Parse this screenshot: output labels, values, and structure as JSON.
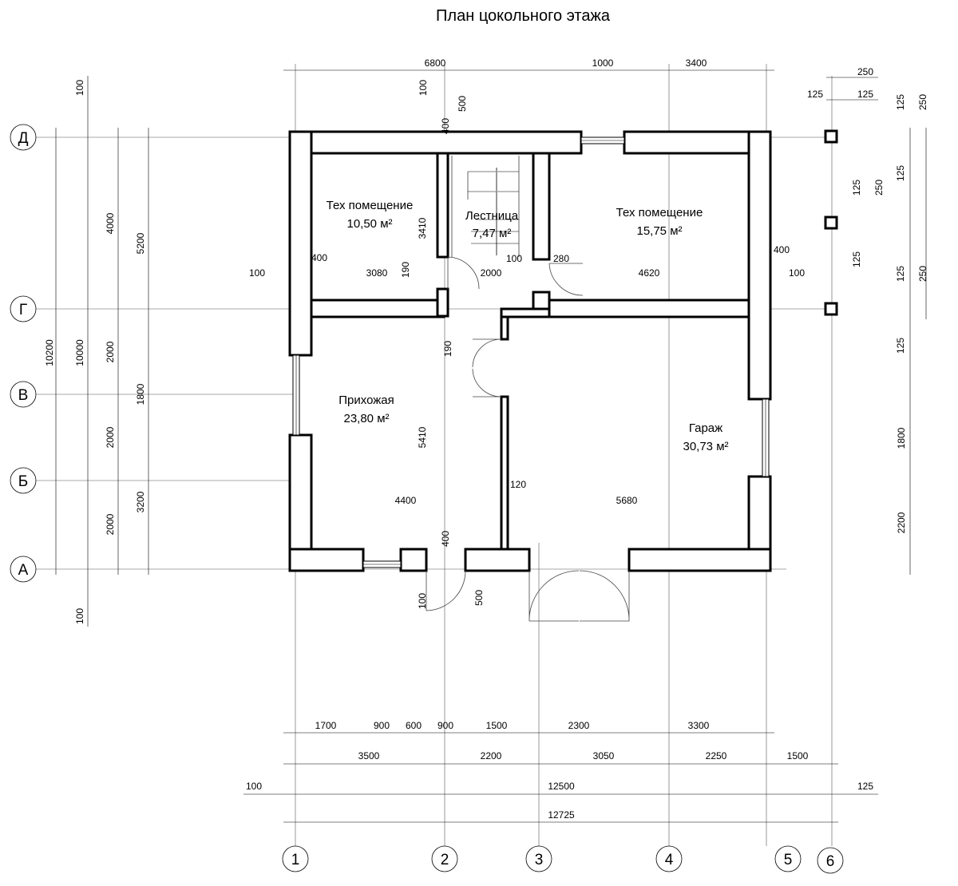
{
  "title": "План цокольного этажа",
  "rooms": [
    {
      "id": "tech1",
      "name": "Тех помещение",
      "area": "10,50 м²"
    },
    {
      "id": "stairs",
      "name": "Лестница",
      "area": "7,47 м²"
    },
    {
      "id": "tech2",
      "name": "Тех помещение",
      "area": "15,75 м²"
    },
    {
      "id": "hall",
      "name": "Прихожая",
      "area": "23,80 м²"
    },
    {
      "id": "garage",
      "name": "Гараж",
      "area": "30,73 м²"
    }
  ],
  "axes": {
    "vertical": [
      "1",
      "2",
      "3",
      "4",
      "5",
      "6"
    ],
    "horizontal": [
      "Д",
      "Г",
      "В",
      "Б",
      "А"
    ]
  },
  "dimensions": {
    "top": [
      "6800",
      "1000",
      "3400"
    ],
    "bottom_row1": [
      "1700",
      "900",
      "600",
      "900",
      "1500",
      "2300",
      "3300"
    ],
    "bottom_row2": [
      "3500",
      "2200",
      "3050",
      "2250",
      "1500"
    ],
    "bottom_row3": [
      "100",
      "12500",
      "125"
    ],
    "bottom_total": "12725",
    "left_outer": "10200",
    "left_axes": "10000",
    "left_row3": [
      "4000",
      "2000",
      "2000",
      "2000"
    ],
    "left_row4": [
      "5200",
      "1800",
      "3200"
    ],
    "left_small": [
      "100",
      "100"
    ],
    "right_row1": [
      "1800",
      "2200"
    ],
    "right_ticks": [
      "125",
      "125",
      "250",
      "250",
      "125",
      "250",
      "125",
      "125",
      "125",
      "250",
      "125",
      "125"
    ],
    "interior": [
      "100",
      "500",
      "400",
      "400",
      "3410",
      "3080",
      "190",
      "2000",
      "100",
      "280",
      "4620",
      "400",
      "100",
      "100",
      "190",
      "5410",
      "120",
      "4400",
      "5680",
      "400",
      "100",
      "500"
    ]
  }
}
